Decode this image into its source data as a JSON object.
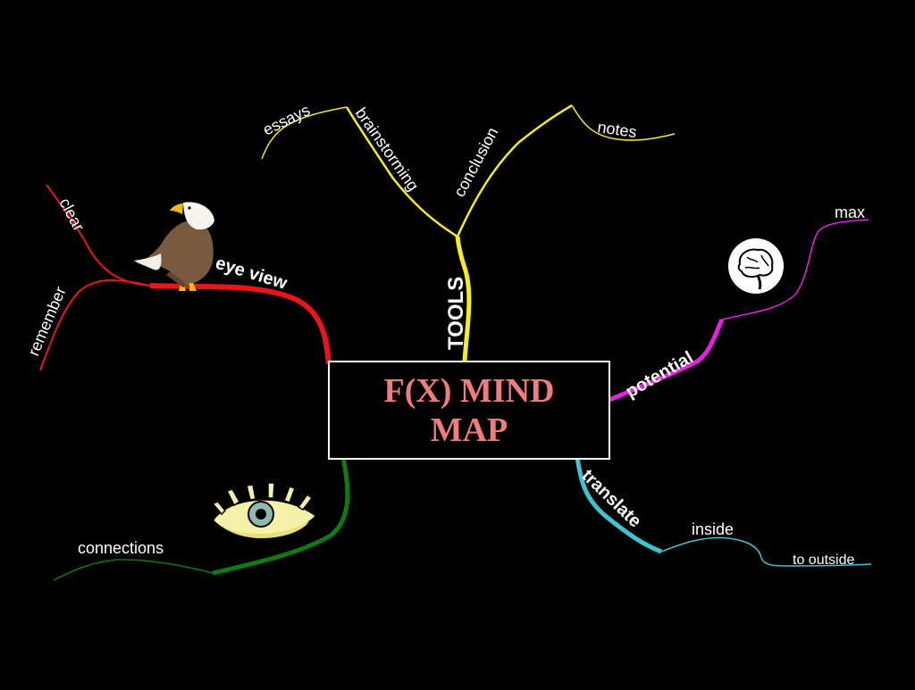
{
  "title": "F(X) MIND MAP",
  "colors": {
    "background": "#000000",
    "title_text": "#f07c7c",
    "red_branch": "#e8151b",
    "yellow_branch": "#f5ee1f",
    "magenta_branch": "#e81ee0",
    "cyan_branch": "#3ec3d0",
    "green_branch": "#0f7a12"
  },
  "branches": {
    "red": {
      "main": "eye view",
      "subs": [
        "clear",
        "remember"
      ],
      "icon": "eagle-icon"
    },
    "yellow": {
      "main": "TOOLS",
      "subs": [
        "brainstorming",
        "conclusion",
        "essays",
        "notes"
      ]
    },
    "magenta": {
      "main": "potential",
      "subs": [
        "max"
      ],
      "icon": "brain-icon"
    },
    "cyan": {
      "main": "translate",
      "subs": [
        "inside",
        "to outside"
      ]
    },
    "green": {
      "main": "connections",
      "icon": "eye-icon"
    }
  }
}
